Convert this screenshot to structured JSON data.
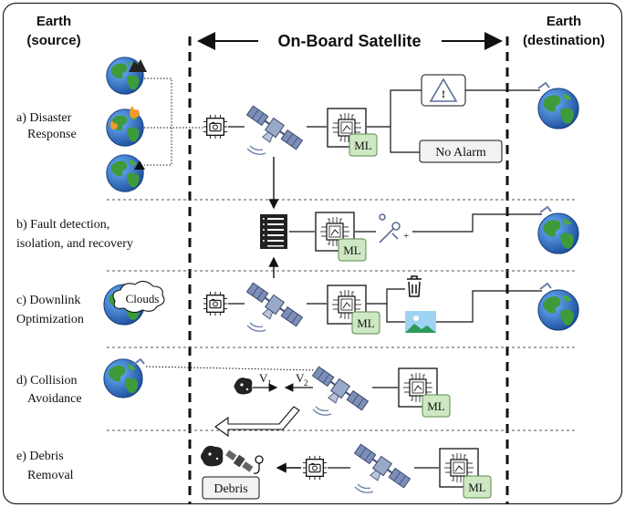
{
  "header": {
    "earth_source_line1": "Earth",
    "earth_source_line2": "(source)",
    "satellite": "On-Board Satellite",
    "earth_dest_line1": "Earth",
    "earth_dest_line2": "(destination)"
  },
  "rows": [
    {
      "id": "a",
      "label_line1": "a) Disaster",
      "label_line2": "Response",
      "ml": "ML",
      "no_alarm": "No Alarm"
    },
    {
      "id": "b",
      "label_line1": "b) Fault detection,",
      "label_line2": "isolation, and recovery",
      "ml": "ML"
    },
    {
      "id": "c",
      "label_line1": "c) Downlink",
      "label_line2": "Optimization",
      "ml": "ML",
      "cloud": "Clouds"
    },
    {
      "id": "d",
      "label_line1": "d) Collision",
      "label_line2": "Avoidance",
      "ml": "ML",
      "v1": "V",
      "v1_sub": "1",
      "v2": "V",
      "v2_sub": "2"
    },
    {
      "id": "e",
      "label_line1": "e) Debris",
      "label_line2": "Removal",
      "ml": "ML",
      "debris": "Debris"
    }
  ],
  "icons": [
    "earth-globe-icon",
    "satellite-icon",
    "camera-chip-icon",
    "processor-icon",
    "warning-icon",
    "server-icon",
    "tools-icon",
    "trash-icon",
    "image-icon",
    "asteroid-icon",
    "grappling-hook-icon"
  ],
  "colors": {
    "ml_box": "#cfe8c4",
    "ocean": "#2f6fc2",
    "land": "#3a9a3a",
    "satellite": "#6a7ea8"
  }
}
